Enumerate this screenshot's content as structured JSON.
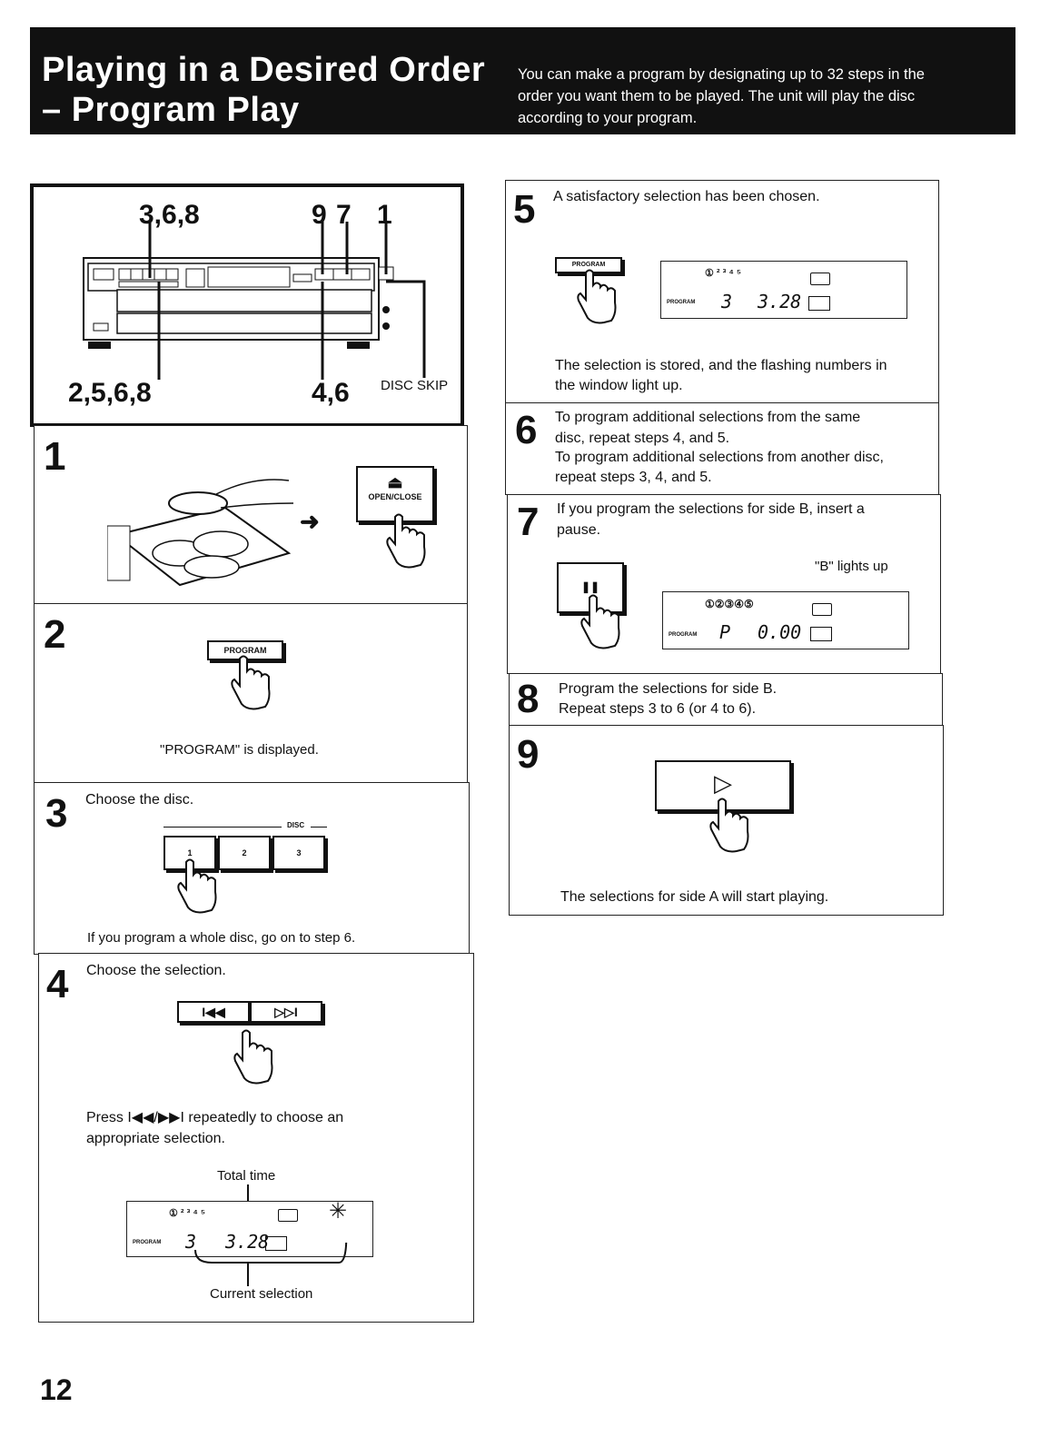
{
  "header": {
    "title_line1": "Playing in a Desired Order",
    "title_line2": "– Program Play",
    "intro": "You can make a program by designating up to 32 steps in the order you want them to be played. The unit will play the disc according to your program."
  },
  "diagram": {
    "callout_top_left": "3,6,8",
    "callout_top_9": "9",
    "callout_top_7": "7",
    "callout_top_1": "1",
    "callout_bottom_left": "2,5,6,8",
    "callout_bottom_mid": "4,6",
    "disc_skip_label": "DISC SKIP"
  },
  "steps": {
    "s1": {
      "num": "1",
      "button": "OPEN/CLOSE"
    },
    "s2": {
      "num": "2",
      "button": "PROGRAM",
      "caption": "\"PROGRAM\" is displayed."
    },
    "s3": {
      "num": "3",
      "text": "Choose the disc.",
      "disc_label": "DISC",
      "disc_buttons": [
        "1",
        "2",
        "3"
      ],
      "caption": "If you program a whole disc, go on to step 6."
    },
    "s4": {
      "num": "4",
      "text": "Choose the selection.",
      "caption_line1": "Press I◀◀/▶▶I repeatedly to choose an",
      "caption_line2": "appropriate selection.",
      "total_time_label": "Total time",
      "current_selection_label": "Current selection",
      "display_track": "3",
      "display_time": "3.28"
    },
    "s5": {
      "num": "5",
      "text": "A satisfactory selection has been chosen.",
      "button": "PROGRAM",
      "display_track": "3",
      "display_time": "3.28",
      "caption_line1": "The selection is stored, and the flashing numbers in",
      "caption_line2": "the window light up."
    },
    "s6": {
      "num": "6",
      "line1": "To program additional selections from the same",
      "line2": "disc, repeat steps 4, and 5.",
      "line3": "To program additional selections from another disc,",
      "line4": "repeat steps 3, 4, and 5."
    },
    "s7": {
      "num": "7",
      "line1": "If you program the selections for side B, insert a",
      "line2": "pause.",
      "lights_up": "\"B\" lights up",
      "display_track": "P",
      "display_time": "0.00"
    },
    "s8": {
      "num": "8",
      "line1": "Program the selections for side B.",
      "line2": "Repeat steps 3 to 6 (or 4 to 6)."
    },
    "s9": {
      "num": "9",
      "caption": "The selections for side A will start playing."
    }
  },
  "page_number": "12"
}
